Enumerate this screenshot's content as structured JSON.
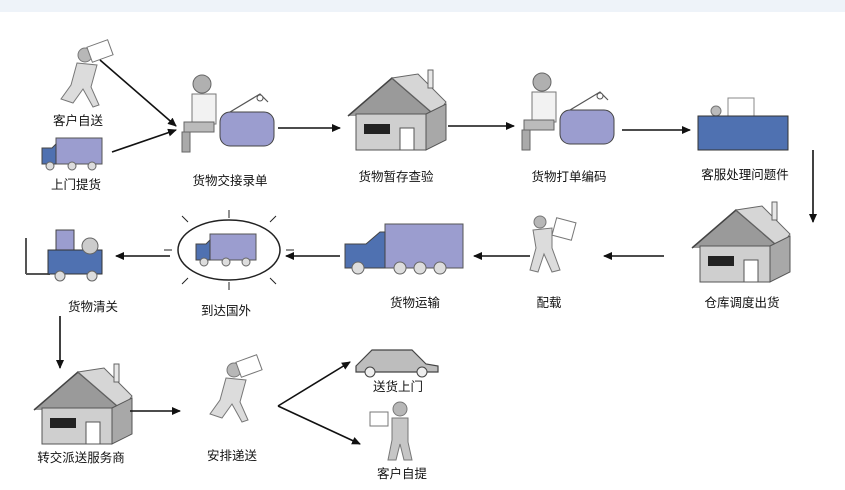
{
  "colors": {
    "accent_blue": "#9b9dcf",
    "dark_blue": "#4f71b1",
    "house_gray": "#bcbcbc",
    "arrow": "#111111"
  },
  "nodes": {
    "customer_send": "客户自送",
    "door_pickup": "上门提货",
    "handover_entry": "货物交接录单",
    "temp_storage_check": "货物暂存查验",
    "print_code": "货物打单编码",
    "service_problem": "客服处理问题件",
    "warehouse_dispatch": "仓库调度出货",
    "loading": "配载",
    "transport": "货物运输",
    "arrive_abroad": "到达国外",
    "customs_clearance": "货物清关",
    "transfer_provider": "转交派送服务商",
    "arrange_delivery": "安排递送",
    "deliver_door": "送货上门",
    "customer_pickup": "客户自提"
  },
  "icons": [
    "courier-icon",
    "truck-icon",
    "clerk-computer-icon",
    "house-icon",
    "service-desk-icon",
    "worker-box-icon",
    "globe-truck-icon",
    "forklift-icon",
    "car-icon",
    "customer-box-icon"
  ]
}
